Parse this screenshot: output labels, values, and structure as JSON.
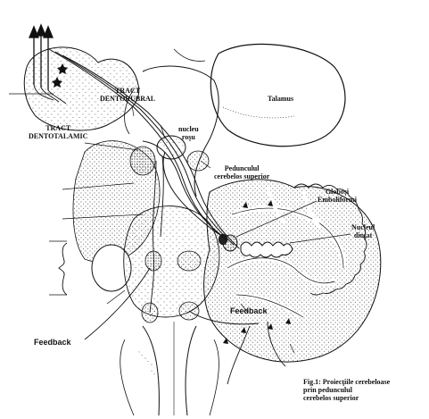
{
  "labels": {
    "tract_dentorubral": [
      "TRACT",
      "DENTORUBRAL"
    ],
    "tract_dentotalamic": [
      "TRACT",
      "DENTOTALAMIC"
    ],
    "talamus": "Talamus",
    "nucleu_rosu": [
      "nucleu",
      "roşu"
    ],
    "pedunculul": [
      "Pedunculul",
      "cerebelos superior"
    ],
    "globosi": [
      "Globoşi",
      "Emboliformi"
    ],
    "nucleul_dintat": [
      "Nucleul",
      "dinţat"
    ],
    "feedback_left": "Feedback",
    "feedback_center": "Feedback"
  },
  "caption": [
    "Fig.1: Proiecţiile cerebeloase",
    "prin pedunculul",
    "cerebelos superior"
  ],
  "colors": {
    "ink": "#111111",
    "stipple": "#444444",
    "background": "#ffffff"
  },
  "icons": {
    "arrows": "triple-up-arrow-icon"
  }
}
